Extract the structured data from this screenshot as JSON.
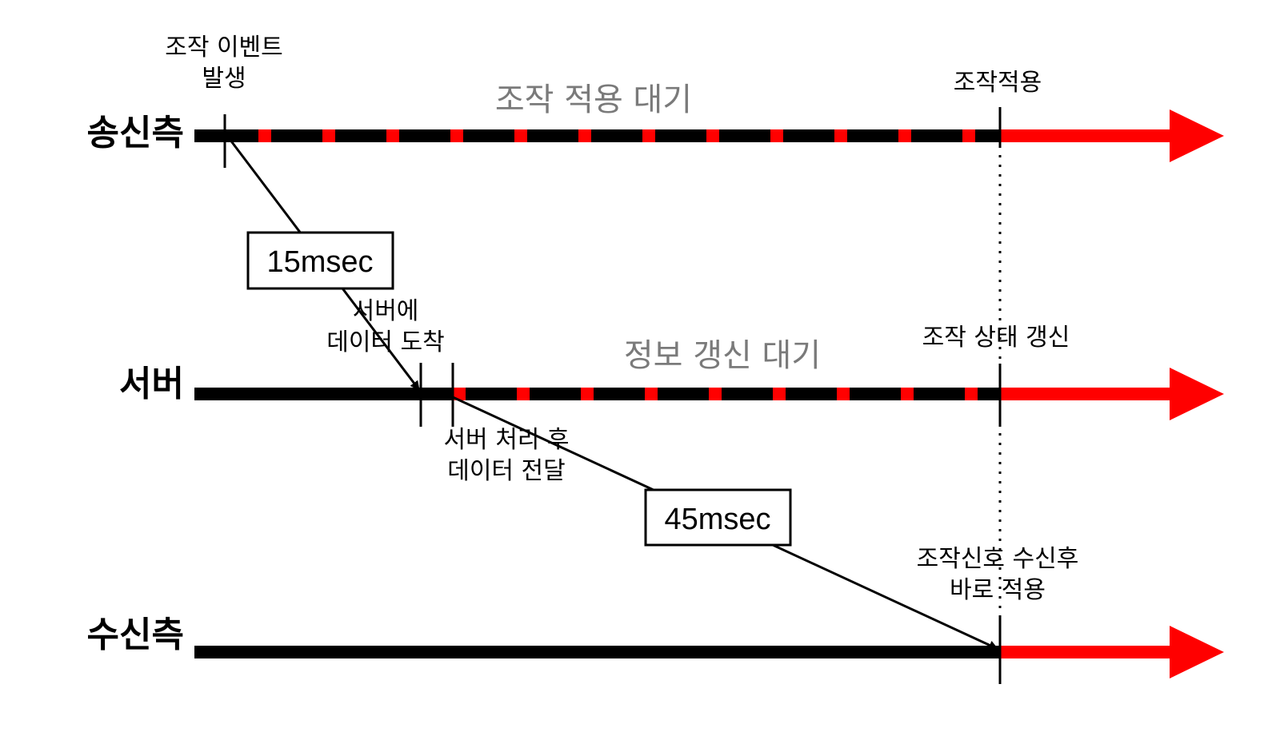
{
  "colors": {
    "line": "#000000",
    "active": "#ff0000",
    "wait_text": "#7a7a7a"
  },
  "rows": {
    "sender": "송신측",
    "server": "서버",
    "receiver": "수신측"
  },
  "sender": {
    "event_line1": "조작 이벤트",
    "event_line2": "발생",
    "waiting": "조작 적용 대기",
    "applied": "조작적용"
  },
  "server": {
    "arrive_line1": "서버에",
    "arrive_line2": "데이터 도착",
    "processed_line1": "서버 처리 후",
    "processed_line2": "데이터 전달",
    "waiting": "정보 갱신 대기",
    "updated": "조작 상태 갱신"
  },
  "receiver": {
    "apply_line1": "조작신호 수신후",
    "apply_line2": "바로 적용"
  },
  "delays": {
    "uplink": "15msec",
    "downlink": "45msec"
  }
}
